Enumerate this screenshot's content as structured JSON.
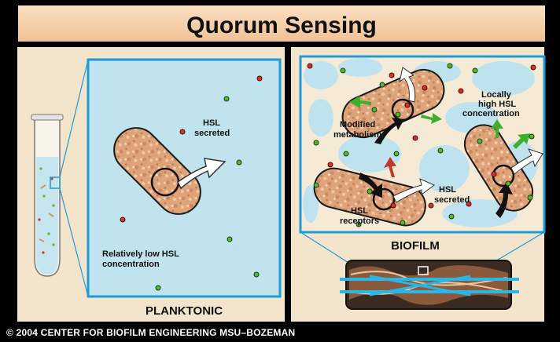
{
  "title": "Quorum Sensing",
  "left": {
    "hsl_secreted_line1": "HSL",
    "hsl_secreted_line2": "secreted",
    "low_line1": "Relatively low HSL",
    "low_line2": "concentration",
    "panel_label": "PLANKTONIC"
  },
  "right": {
    "local_line1": "Locally",
    "local_line2": "high HSL",
    "local_line3": "concentration",
    "modified_line1": "Modified",
    "modified_line2": "metabolism",
    "hsl_secreted_line1": "HSL",
    "hsl_secreted_line2": "secreted",
    "receptors_line1": "HSL",
    "receptors_line2": "receptors",
    "panel_label": "BIOFILM"
  },
  "footer": "© 2004  CENTER FOR BIOFILM ENGINEERING   MSU–BOZEMAN",
  "colors": {
    "title_band": "#f5cfa9",
    "panel_bg": "#f3e4cc",
    "fluid": "#bfe3ee",
    "frame_blue": "#1e9ad6",
    "cell_fill": "#e0a87c",
    "signal_green": "#55b82f",
    "signal_red": "#d8322a"
  }
}
